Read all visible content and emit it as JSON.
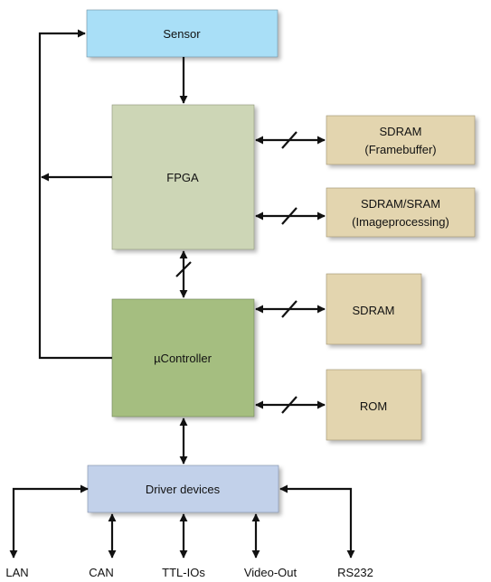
{
  "colors": {
    "sensor": "#A9DFF7",
    "fpga": "#CDD6B6",
    "controller": "#A5BE80",
    "memory": "#E3D5AF",
    "driver": "#C2D1EA",
    "line": "#111111"
  },
  "boxes": {
    "sensor": "Sensor",
    "fpga": "FPGA",
    "sdram_fb": [
      "SDRAM",
      "(Framebuffer)"
    ],
    "sdram_sram": [
      "SDRAM/SRAM",
      "(Imageprocessing)"
    ],
    "controller": "µController",
    "sdram": "SDRAM",
    "rom": "ROM",
    "driver": "Driver devices"
  },
  "ports": {
    "lan": "LAN",
    "can": "CAN",
    "ttl": "TTL-IOs",
    "video": "Video-Out",
    "rs232": "RS232"
  }
}
